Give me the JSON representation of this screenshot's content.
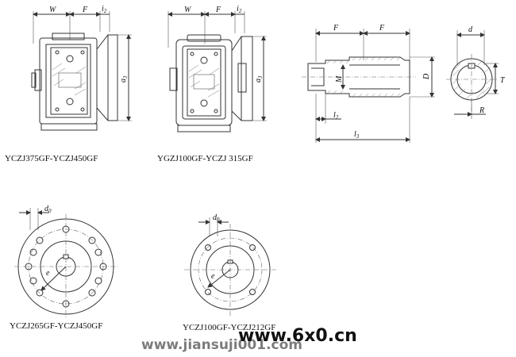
{
  "dims": {
    "W": "W",
    "F": "F",
    "i2": "i",
    "i2_sub": "2",
    "a3": "a",
    "a3_sub": "3",
    "M": "M",
    "D": "D",
    "d": "d",
    "T": "T",
    "R": "R",
    "l2": "l",
    "l2_sub": "2",
    "l3": "l",
    "l3_sub": "3",
    "d0": "d",
    "d0_sub": "0",
    "e": "e"
  },
  "captions": {
    "top_left": "YCZJ375GF-YCZJ450GF",
    "top_mid": "YGZJ100GF-YCZJ 315GF",
    "bottom_left": "YCZJ265GF-YCZJ450GF",
    "bottom_mid": "YCZJ100GF-YCZJ212GF"
  },
  "watermark": {
    "domain": "www.6x0.cn",
    "site": "www.jiansuji001.com"
  },
  "colors": {
    "watermark_red": "#e8262a",
    "watermark_blue": "#3355cc"
  }
}
